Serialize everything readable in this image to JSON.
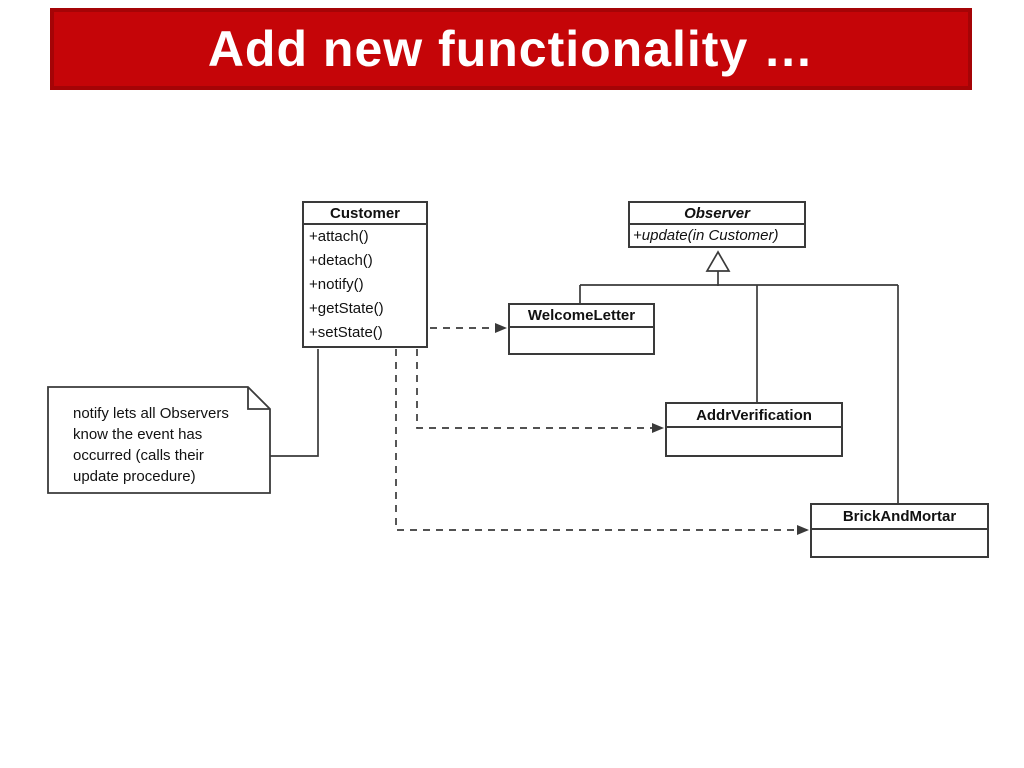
{
  "slide": {
    "title": "Add new functionality …"
  },
  "colors": {
    "banner_bg": "#c50508",
    "banner_border": "#a50406",
    "banner_text": "#ffffff",
    "line": "#3a3a3a",
    "text": "#111111"
  },
  "diagram": {
    "classes": {
      "customer": {
        "name": "Customer",
        "methods": [
          "+attach()",
          "+detach()",
          "+notify()",
          "+getState()",
          "+setState()"
        ]
      },
      "observer": {
        "name": "Observer",
        "method": "+update(in Customer)"
      },
      "welcome_letter": {
        "name": "WelcomeLetter"
      },
      "addr_verification": {
        "name": "AddrVerification"
      },
      "brick_and_mortar": {
        "name": "BrickAndMortar"
      }
    },
    "note": {
      "lines": [
        "notify lets all Observers",
        "know the event has",
        "occurred (calls their",
        "update procedure)"
      ]
    },
    "relationships": {
      "generalization_parent": "Observer",
      "generalization_children": [
        "WelcomeLetter",
        "AddrVerification",
        "BrickAndMortar"
      ],
      "dependencies_from": "Customer",
      "dependencies_to": [
        "WelcomeLetter",
        "AddrVerification",
        "BrickAndMortar"
      ]
    }
  }
}
